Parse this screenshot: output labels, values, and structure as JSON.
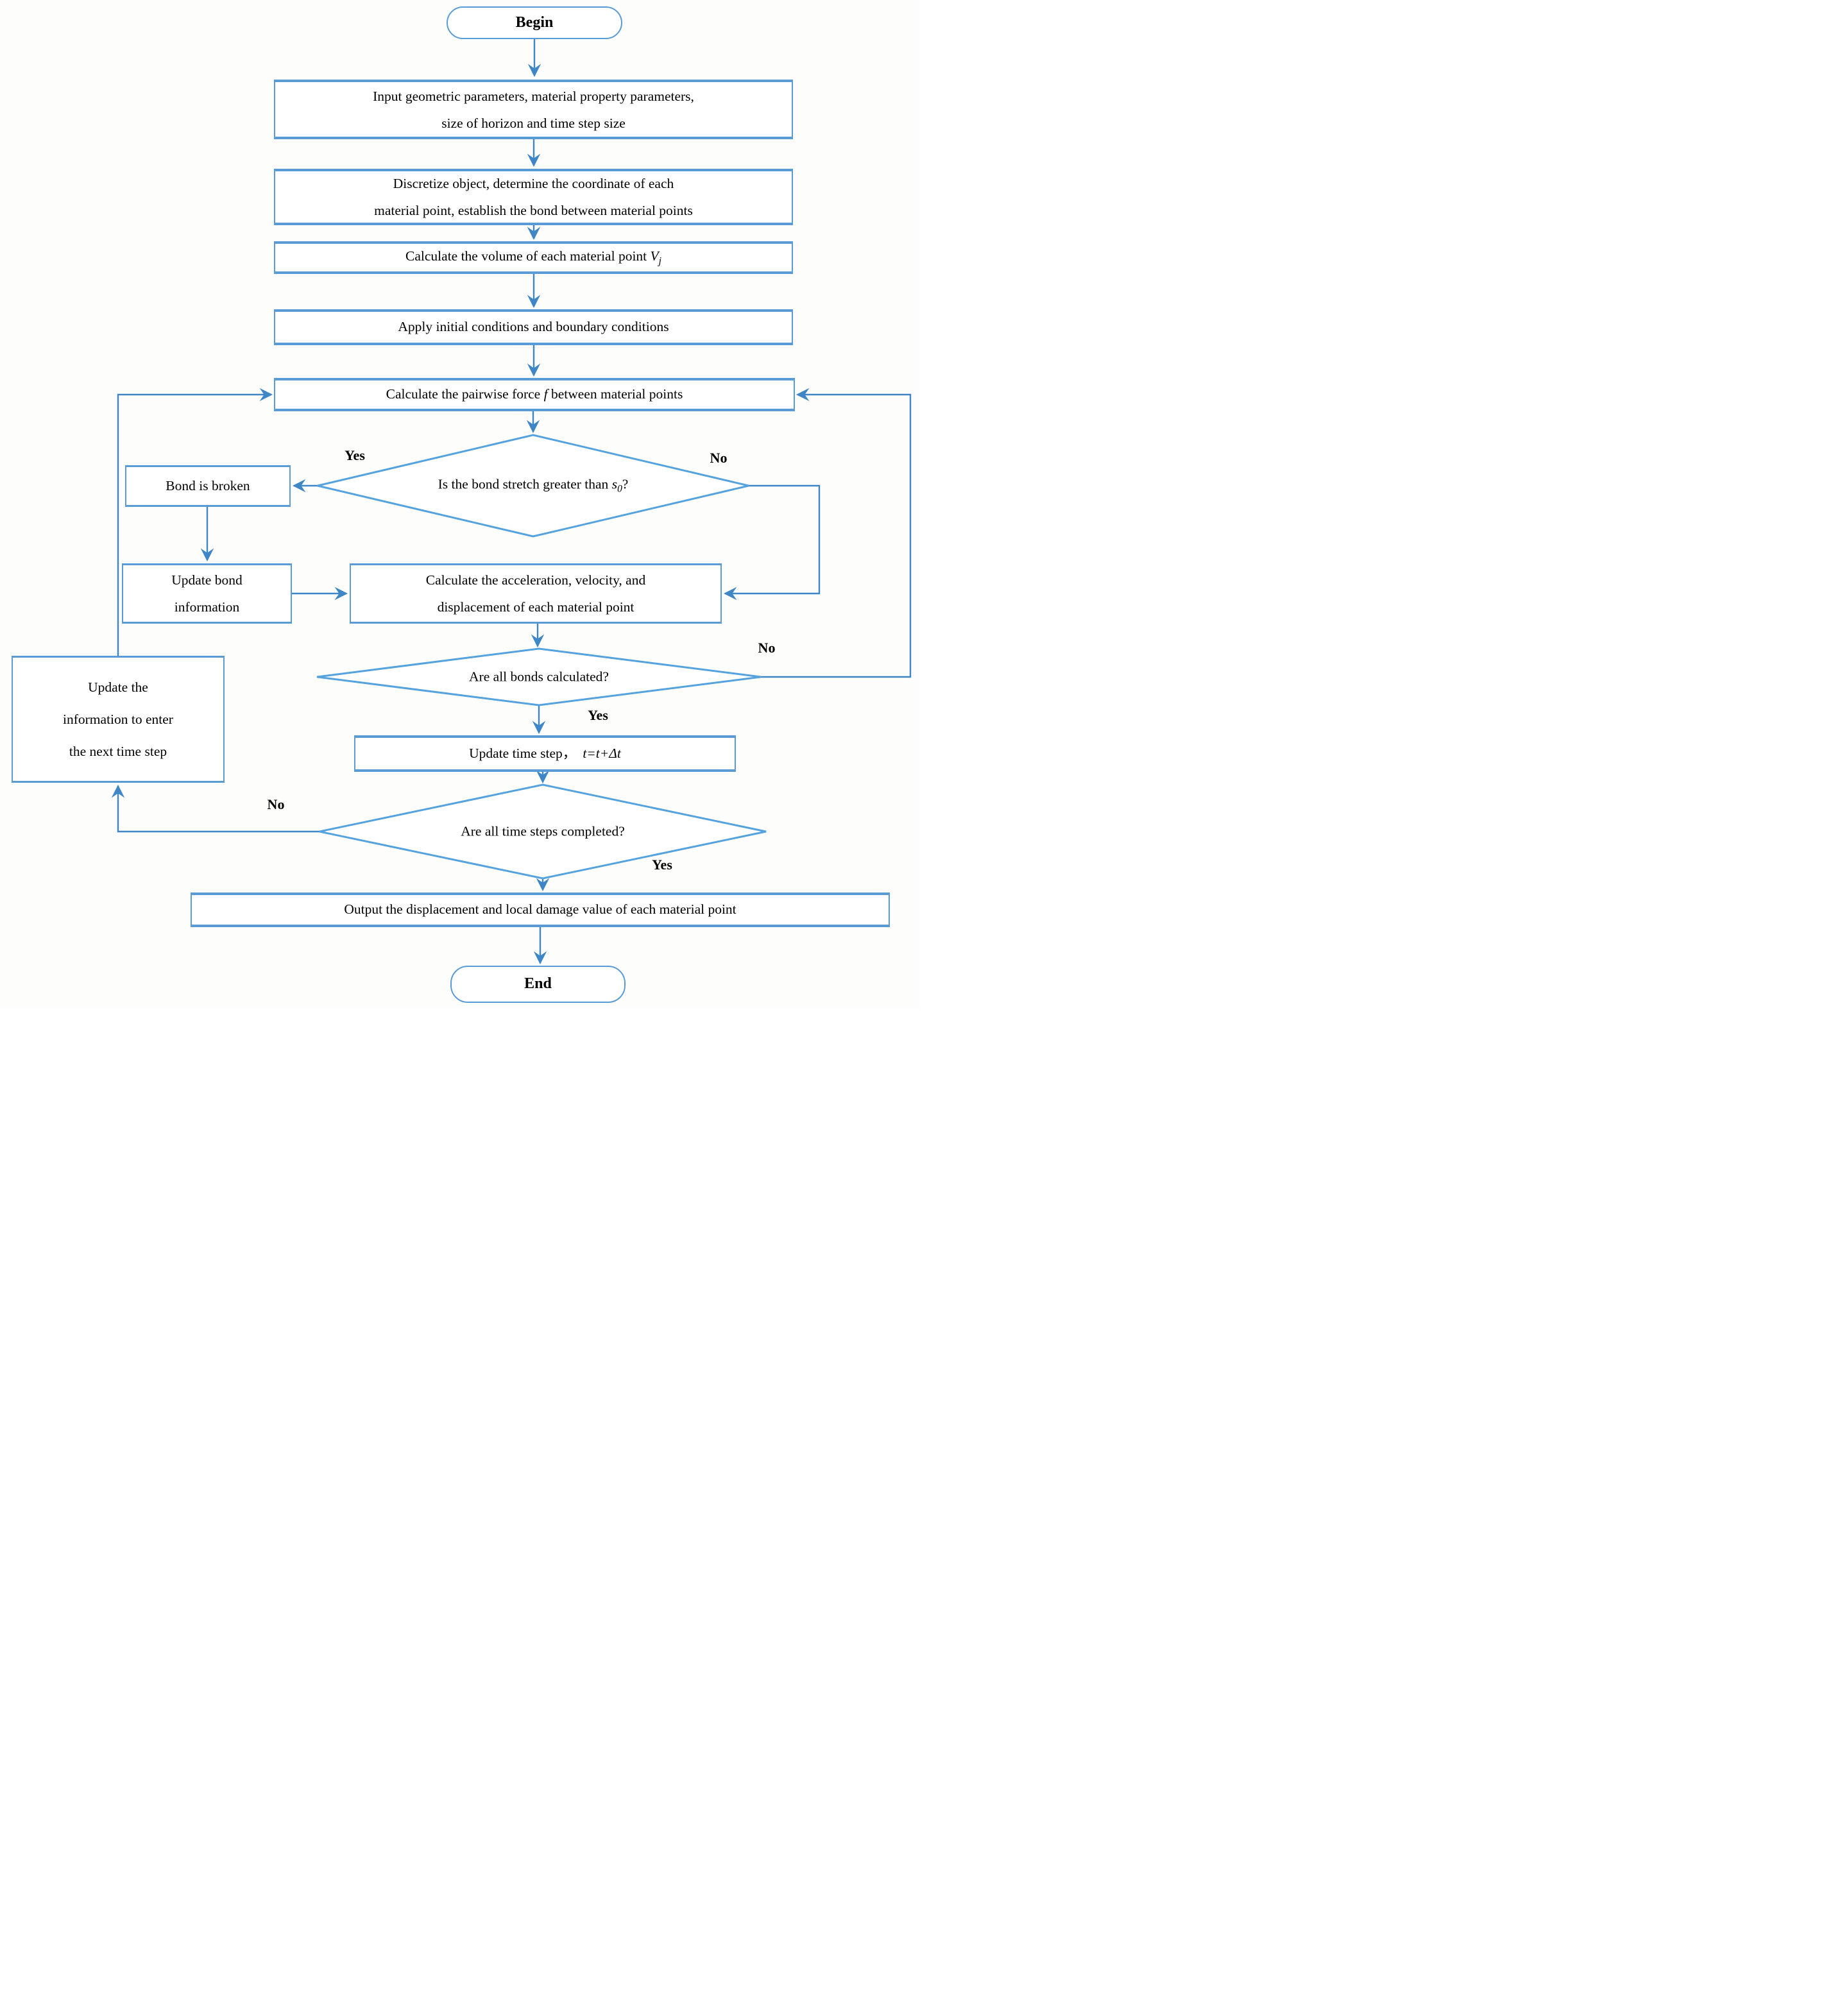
{
  "colors": {
    "box_border": "#5b9bd5",
    "diamond_border": "#55a3de",
    "connector": "#3f86c7",
    "text": "#000000",
    "background": "#fdfdfb"
  },
  "nodes": {
    "begin": {
      "label": "Begin"
    },
    "input": {
      "line1": "Input geometric parameters, material property parameters,",
      "line2": "size of horizon and time step size"
    },
    "discretize": {
      "line1": "Discretize object, determine the coordinate of each",
      "line2": "material point, establish the bond between material points"
    },
    "volume": {
      "pre": "Calculate the volume of each material point ",
      "var": "V",
      "sub": "j"
    },
    "apply": {
      "label": "Apply initial conditions and boundary conditions"
    },
    "pairwise": {
      "pre": "Calculate the  pairwise force ",
      "var": "f",
      "post": " between material points"
    },
    "stretch_decision": {
      "pre": "Is the bond stretch greater than ",
      "var": "s",
      "sub": "0",
      "post": "?"
    },
    "bond_broken": {
      "label": "Bond is broken"
    },
    "update_bond": {
      "line1": "Update bond",
      "line2": "information"
    },
    "calc_accel": {
      "line1": "Calculate the acceleration, velocity, and",
      "line2": "displacement of each material point"
    },
    "bonds_decision": {
      "label": "Are all bonds calculated?"
    },
    "update_time": {
      "pre": "Update time step，",
      "math": "t=t+Δt"
    },
    "steps_decision": {
      "label": "Are all time steps completed?"
    },
    "update_info": {
      "line1": "Update the",
      "line2": "information to enter",
      "line3": "the next time step"
    },
    "output": {
      "label": "Output the displacement and local damage value of each material point"
    },
    "end": {
      "label": "End"
    }
  },
  "edge_labels": {
    "yes1": "Yes",
    "no1": "No",
    "yes2": "Yes",
    "no2": "No",
    "no3": "No",
    "yes3": "Yes"
  }
}
